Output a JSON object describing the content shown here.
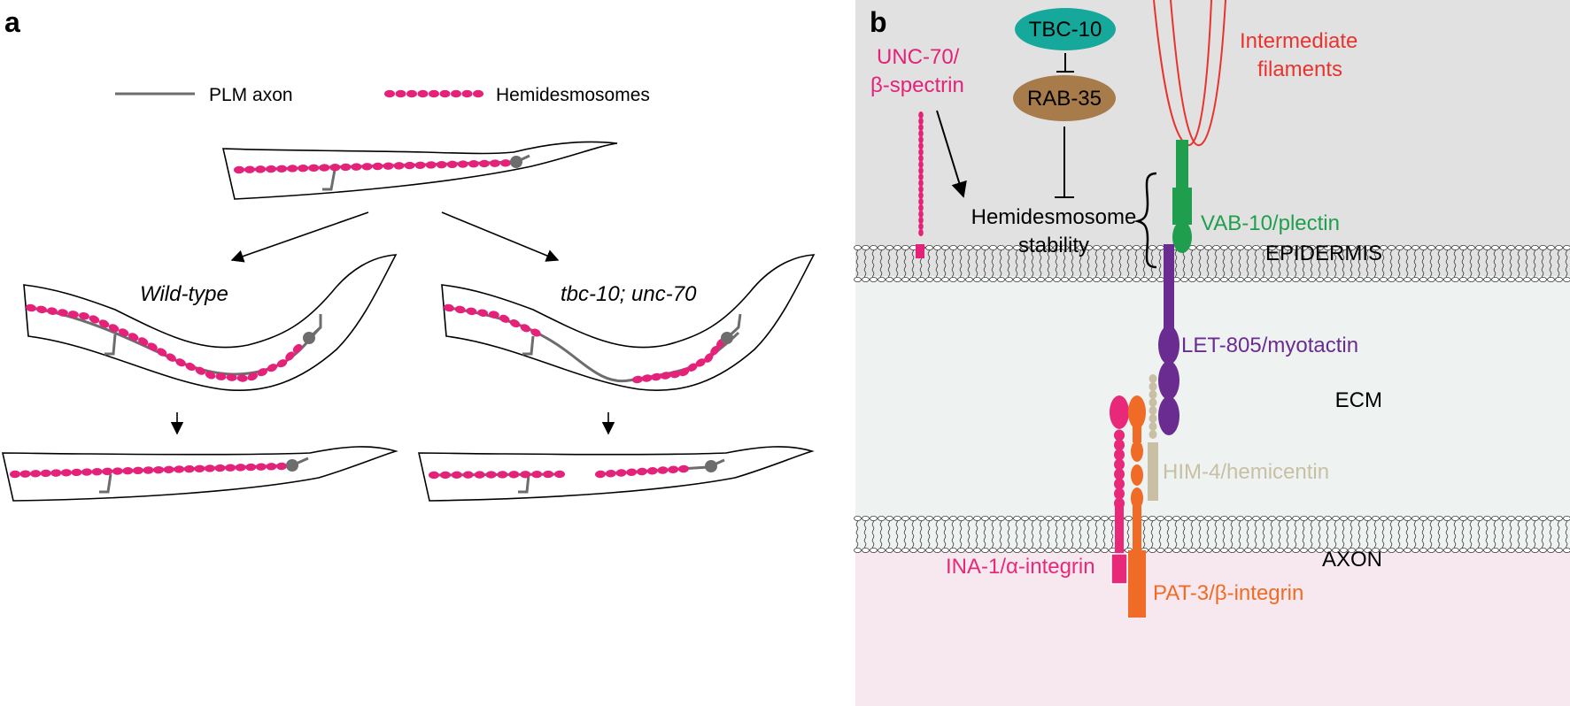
{
  "panel_a": {
    "label": "a",
    "legend": {
      "axon_label": "PLM axon",
      "hemi_label": "Hemidesmosomes"
    },
    "wildtype_title": "Wild-type",
    "mutant_title": "tbc-10; unc-70"
  },
  "panel_b": {
    "label": "b",
    "unc70_line1": "UNC-70/",
    "unc70_line2": "β-spectrin",
    "tbc10": "TBC-10",
    "rab35": "RAB-35",
    "stability_line1": "Hemidesmosome",
    "stability_line2": "stability",
    "if_line1": "Intermediate",
    "if_line2": "filaments",
    "vab10": "VAB-10/plectin",
    "epidermis": "EPIDERMIS",
    "let805": "LET-805/myotactin",
    "ecm": "ECM",
    "him4": "HIM-4/hemicentin",
    "axon": "AXON",
    "ina1": "INA-1/α-integrin",
    "pat3": "PAT-3/β-integrin"
  },
  "colors": {
    "magenta": "#e5227a",
    "axon_gray": "#6d6d6d",
    "epidermis_bg": "#e1e1e1",
    "ecm_bg": "#eef3f2",
    "axon_bg": "#f7e8ef",
    "tbc10": "#17a89c",
    "rab35": "#a87b4b",
    "red": "#e8332f",
    "green": "#1f9e4d",
    "purple": "#6a2c91",
    "beige": "#c8bfa4",
    "orange": "#ef6b26",
    "pink_integrin": "#e8297a"
  }
}
